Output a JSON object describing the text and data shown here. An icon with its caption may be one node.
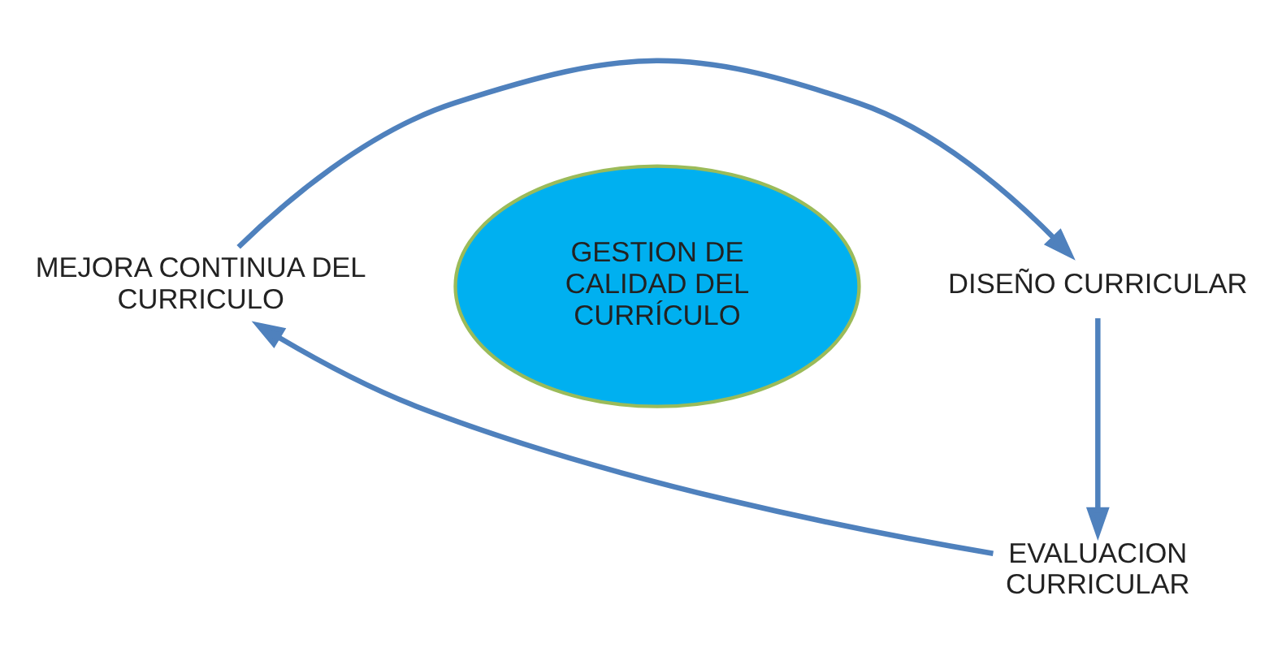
{
  "diagram": {
    "nodes": [
      {
        "text": [
          "MEJORA CONTINUA DEL CURRICULO"
        ]
      },
      {
        "text": [
          "GESTION DE CALIDAD DEL CURRÍCULO"
        ]
      },
      {
        "text": [
          "DISEÑO CURRICULAR"
        ]
      },
      {
        "text": [
          "EVALUACION CURRICULAR"
        ]
      }
    ],
    "edges": [
      {
        "from": 0,
        "to": 2,
        "arrow": "to"
      },
      {
        "from": 2,
        "to": 3,
        "arrow": "to"
      },
      {
        "from": 3,
        "to": 0,
        "arrow": "to"
      }
    ]
  }
}
